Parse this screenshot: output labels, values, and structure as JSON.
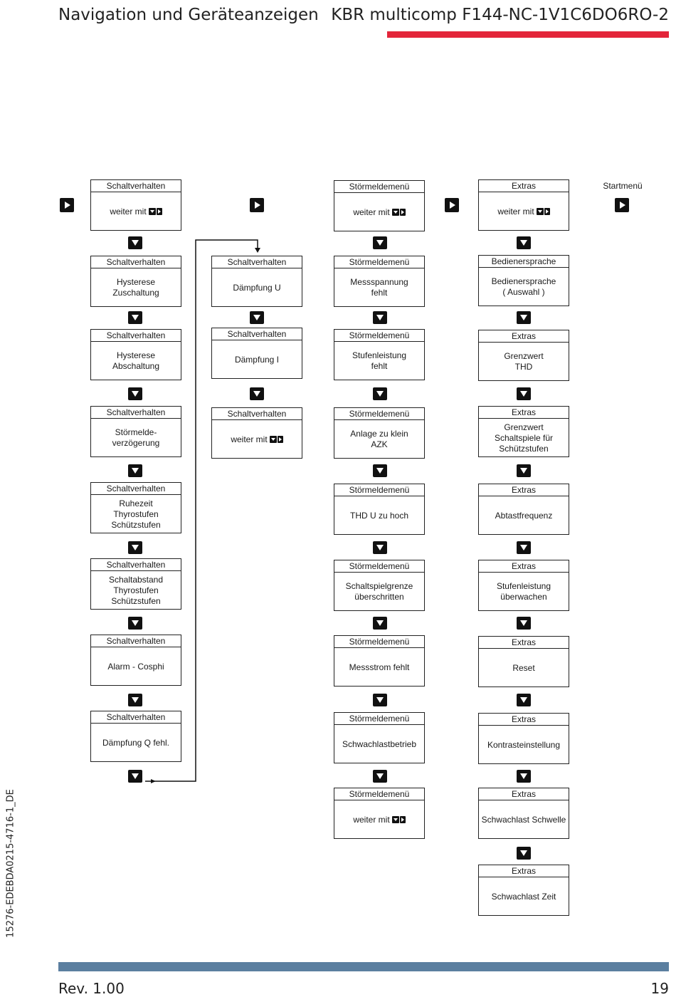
{
  "header": {
    "left_title": "Navigation und Geräteanzeigen",
    "right_title": "KBR multicomp F144-NC-1V1C6DO6RO-2"
  },
  "colors": {
    "accent_red": "#e3253a",
    "footer_bar": "#5b7fa0"
  },
  "side_label": "15276-EDEBDA0215-4716-1_DE",
  "footer": {
    "revision": "Rev. 1.00",
    "page_number": "19"
  },
  "startmenu_label": "Startmenü",
  "nav_glyph_label": "weiter mit",
  "columns": [
    {
      "boxes": [
        {
          "title": "Schaltverhalten",
          "body": "weiter mit",
          "nav": true
        },
        {
          "title": "Schaltverhalten",
          "body": "Hysterese\nZuschaltung"
        },
        {
          "title": "Schaltverhalten",
          "body": "Hysterese\nAbschaltung"
        },
        {
          "title": "Schaltverhalten",
          "body": "Störmelde-\nverzögerung"
        },
        {
          "title": "Schaltverhalten",
          "body": "Ruhezeit\nThyrostufen\nSchützstufen"
        },
        {
          "title": "Schaltverhalten",
          "body": "Schaltabstand\nThyrostufen\nSchützstufen"
        },
        {
          "title": "Schaltverhalten",
          "body": "Alarm - Cosphi"
        },
        {
          "title": "Schaltverhalten",
          "body": "Dämpfung Q fehl."
        }
      ]
    },
    {
      "boxes": [
        {
          "title": "Schaltverhalten",
          "body": "Dämpfung U"
        },
        {
          "title": "Schaltverhalten",
          "body": "Dämpfung I"
        },
        {
          "title": "Schaltverhalten",
          "body": "weiter mit",
          "nav": true
        }
      ]
    },
    {
      "boxes": [
        {
          "title": "Störmeldemenü",
          "body": "weiter mit",
          "nav": true
        },
        {
          "title": "Störmeldemenü",
          "body": "Messspannung\nfehlt"
        },
        {
          "title": "Störmeldemenü",
          "body": "Stufenleistung\nfehlt"
        },
        {
          "title": "Störmeldemenü",
          "body": "Anlage zu klein\nAZK"
        },
        {
          "title": "Störmeldemenü",
          "body": "THD U zu hoch"
        },
        {
          "title": "Störmeldemenü",
          "body": "Schaltspielgrenze\nüberschritten"
        },
        {
          "title": "Störmeldemenü",
          "body": "Messstrom fehlt"
        },
        {
          "title": "Störmeldemenü",
          "body": "Schwachlastbetrieb"
        },
        {
          "title": "Störmeldemenü",
          "body": "weiter mit",
          "nav": true
        }
      ]
    },
    {
      "boxes": [
        {
          "title": "Extras",
          "body": "weiter mit",
          "nav": true
        },
        {
          "title": "Bedienersprache",
          "body": "Bedienersprache\n( Auswahl )"
        },
        {
          "title": "Extras",
          "body": "Grenzwert\nTHD"
        },
        {
          "title": "Extras",
          "body": "Grenzwert\nSchaltspiele für\nSchützstufen"
        },
        {
          "title": "Extras",
          "body": "Abtastfrequenz"
        },
        {
          "title": "Extras",
          "body": "Stufenleistung\nüberwachen"
        },
        {
          "title": "Extras",
          "body": "Reset"
        },
        {
          "title": "Extras",
          "body": "Kontrasteinstellung"
        },
        {
          "title": "Extras",
          "body": "Schwachlast Schwelle"
        },
        {
          "title": "Extras",
          "body": "Schwachlast Zeit"
        }
      ]
    }
  ]
}
